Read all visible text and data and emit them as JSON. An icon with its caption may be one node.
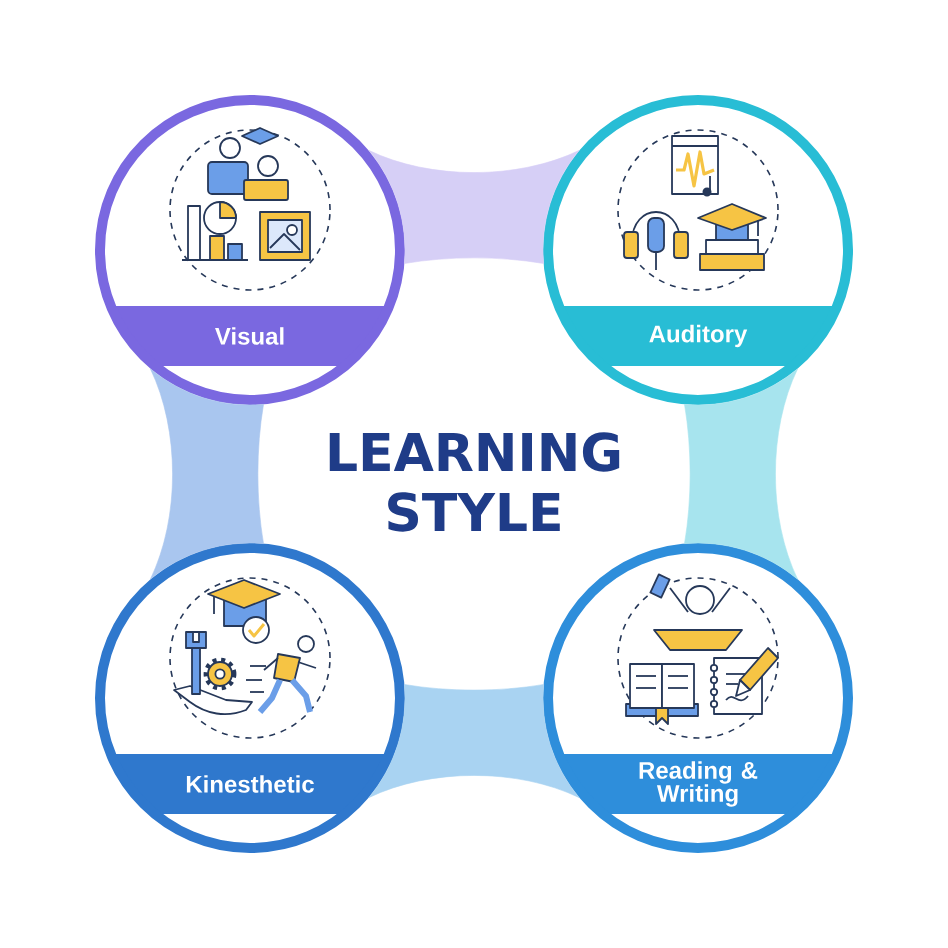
{
  "diagram": {
    "title": "LEARNING STYLE",
    "nodes": [
      {
        "text": [
          "Visual"
        ]
      },
      {
        "text": [
          "Auditory"
        ]
      },
      {
        "text": [
          "Kinesthetic"
        ]
      },
      {
        "text": [
          "Reading & Writing"
        ]
      }
    ],
    "edges": [
      {
        "from": 0,
        "to": 1,
        "arrow": "none",
        "color": "#d6cff6"
      },
      {
        "from": 0,
        "to": 2,
        "arrow": "none",
        "color": "#a9c6ef"
      },
      {
        "from": 1,
        "to": 3,
        "arrow": "none",
        "color": "#a7e4ee"
      },
      {
        "from": 2,
        "to": 3,
        "arrow": "none",
        "color": "#a9d3f2"
      }
    ]
  }
}
